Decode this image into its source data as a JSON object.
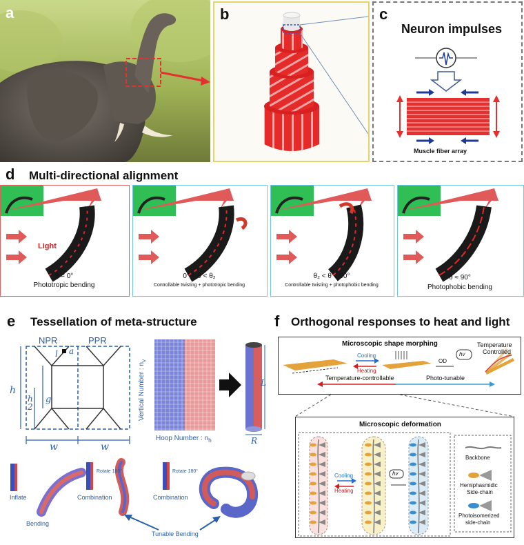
{
  "panels": {
    "a": {
      "label": "a"
    },
    "b": {
      "label": "b"
    },
    "c": {
      "label": "c",
      "title": "Neuron impulses",
      "caption": "Muscle fiber array"
    },
    "d": {
      "label": "d",
      "title": "Multi-directional alignment",
      "light_label": "Light",
      "items": [
        {
          "angle": "θ = 0°",
          "caption": "Phototropic bending"
        },
        {
          "angle": "0° < θ < θ₂",
          "caption": "Controllable twisting + phototropic bending"
        },
        {
          "angle": "θ₂ < θ < 90°",
          "caption": "Controllable twisting + photophobic bending"
        },
        {
          "angle": "θ ≈ 90°",
          "caption": "Photophobic bending"
        }
      ]
    },
    "e": {
      "label": "e",
      "title": "Tessellation of meta-structure",
      "npr": "NPR",
      "ppr": "PPR",
      "h": "h",
      "h_half_num": "h",
      "h_half_den": "2",
      "g": "g",
      "l": "l",
      "a": "a",
      "w1": "w",
      "w2": "w",
      "vertical_number": "Vertical Number : n",
      "vertical_sub": "v",
      "hoop_number": "Hoop  Number : n",
      "hoop_sub": "h",
      "L": "L",
      "R": "R",
      "inflate": "Inflate",
      "bending": "Bending",
      "rotate1": "Rotate 180°",
      "rotate2": "Rotate 180°",
      "combination1": "Combination",
      "combination2": "Combination",
      "tunable": "Tunable Bending"
    },
    "f": {
      "label": "f",
      "title": "Orthogonal responses to heat and light",
      "box1_title": "Microscopic shape morphing",
      "cooling": "Cooling",
      "heating": "Heating",
      "od": "OD",
      "hv": "hv",
      "temp_controlled_1": "Temperature",
      "temp_controlled_2": "Controlled",
      "temp_controllable": "Temperature-controllable",
      "photo_tunable": "Photo-tunable",
      "box2_title": "Microscopic deformation",
      "cooling2": "Cooling",
      "heating2": "Heating",
      "hv2": "hv",
      "legend": {
        "backbone": "Backbone",
        "hemi_1": "Hemiphasmidic",
        "hemi_2": "Side-chain",
        "photo_1": "Photoisomerized",
        "photo_2": "side-chain"
      }
    }
  },
  "colors": {
    "red_box": "#e06060",
    "blue_box": "#6ec6e6",
    "gold_box": "#e8d36a",
    "arrow_red": "#e05a5a",
    "strip_orange": "#e3a23a",
    "navy": "#1f3a93"
  }
}
